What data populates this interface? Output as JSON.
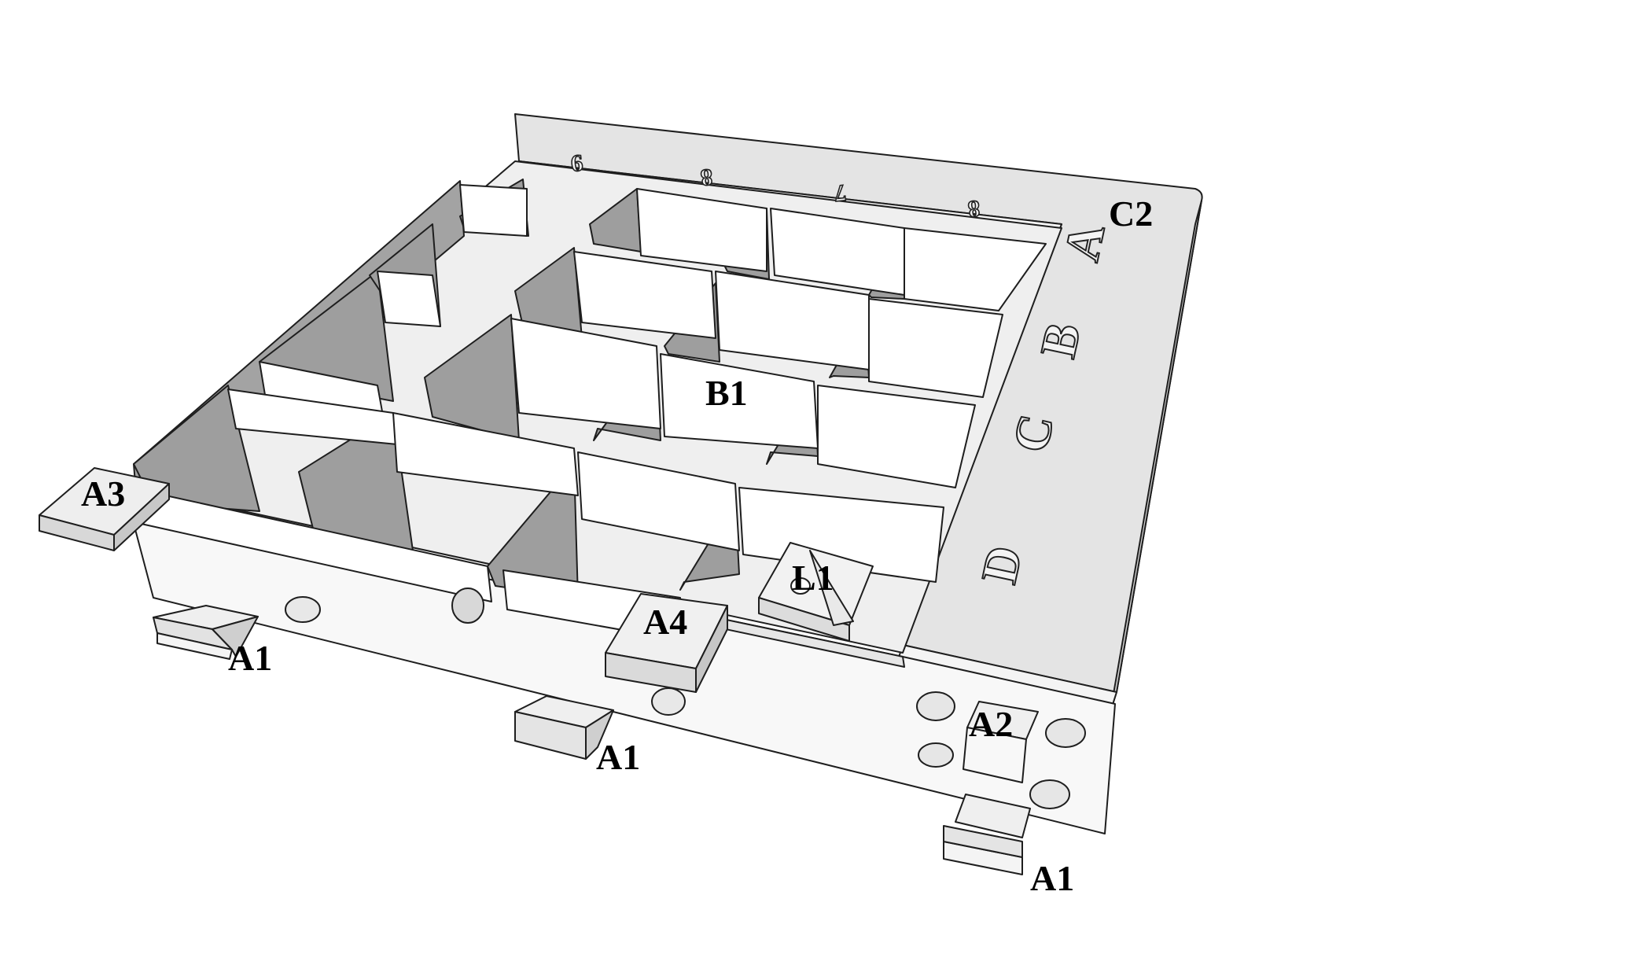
{
  "colors": {
    "background": "#ffffff",
    "face_light": "#f6f6f6",
    "face_mid": "#e2e2e2",
    "face_shadow": "#9a9a9a",
    "edge": "#1e1e1e"
  },
  "callouts": {
    "c2": "C2",
    "b1": "B1",
    "a3": "A3",
    "a4": "A4",
    "l1": "L1",
    "a2": "A2",
    "a1_left": "A1",
    "a1_middle": "A1",
    "a1_right": "A1"
  },
  "engravings": {
    "rows": [
      "A",
      "B",
      "C",
      "D"
    ],
    "columns": [
      "9",
      "8",
      "7",
      "8"
    ]
  }
}
